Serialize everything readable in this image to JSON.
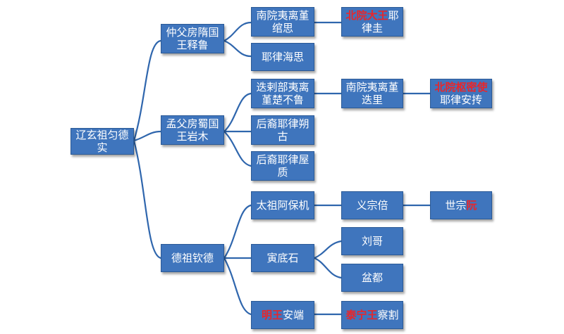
{
  "nodes": {
    "root": "辽玄祖匀德实",
    "l1_a": "仲父房隋国王释鲁",
    "l1_b": "孟父房蜀国王岩木",
    "l1_c": "德祖钦德",
    "a1": "南院夷离堇绾思",
    "a1_1_red": "北院大王",
    "a1_1_black": "耶律圭",
    "a2": "耶律海思",
    "b1": "迭剌部夷离堇楚不鲁",
    "b1_1": "南院夷离堇迭里",
    "b1_1_1_red": "北院枢密使",
    "b1_1_1_black": "耶律安抟",
    "b2": "后裔耶律朔古",
    "b3": "后裔耶律屋质",
    "c1": "太祖阿保机",
    "c1_1": "义宗倍",
    "c1_1_1_black": "世宗",
    "c1_1_1_red": "阮",
    "c2": "寅底石",
    "c2_1": "刘哥",
    "c2_2": "盆都",
    "c3_red": "明王",
    "c3_black": "安端",
    "c3_1_red": "泰宁王",
    "c3_1_black": "察割"
  },
  "colors": {
    "node_fill": "#3f75bd",
    "node_border": "#2b5a96",
    "connector": "#2f66ad",
    "text": "#ffffff",
    "highlight": "#e8262a"
  }
}
